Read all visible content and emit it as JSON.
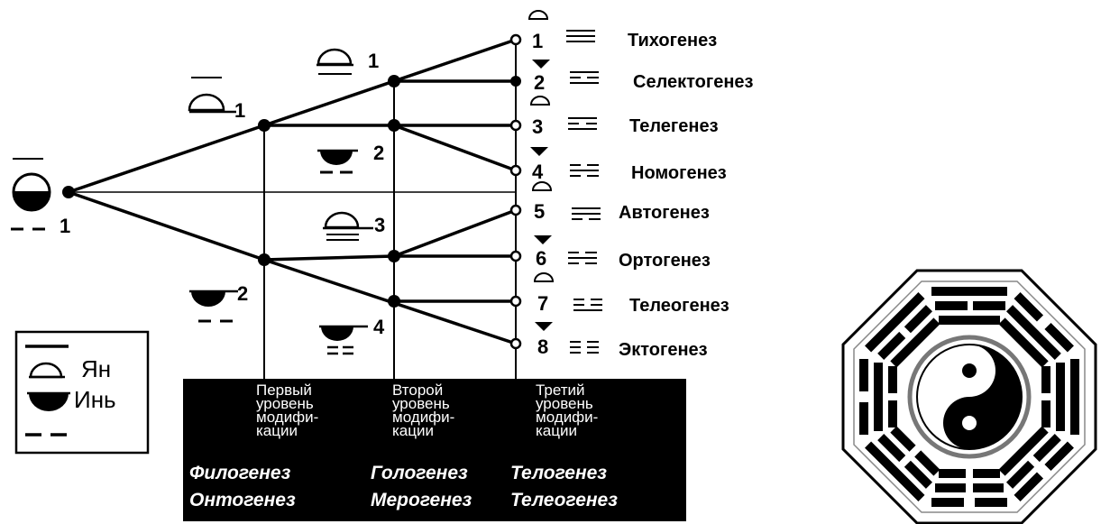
{
  "root": {
    "label": "1"
  },
  "level1": [
    {
      "label": "1",
      "kind": "yang"
    },
    {
      "label": "2",
      "kind": "yin"
    }
  ],
  "level2": [
    {
      "label": "1",
      "kind": "yang"
    },
    {
      "label": "2",
      "kind": "yin"
    },
    {
      "label": "3",
      "kind": "yang"
    },
    {
      "label": "4",
      "kind": "yin"
    }
  ],
  "outcomes": [
    {
      "num": "1",
      "name": "Тихогенез",
      "kind": "yang"
    },
    {
      "num": "2",
      "name": "Селектогенез",
      "kind": "yin"
    },
    {
      "num": "3",
      "name": "Телегенез",
      "kind": "yang"
    },
    {
      "num": "4",
      "name": "Номогенез",
      "kind": "yin"
    },
    {
      "num": "5",
      "name": "Автогенез",
      "kind": "yang"
    },
    {
      "num": "6",
      "name": "Ортогенез",
      "kind": "yin"
    },
    {
      "num": "7",
      "name": "Телеогенез",
      "kind": "yang"
    },
    {
      "num": "8",
      "name": "Эктогенез",
      "kind": "yin"
    }
  ],
  "legend": {
    "yang": "Ян",
    "yin": "Инь"
  },
  "levels": [
    {
      "lines": [
        "Первый",
        "уровень",
        "модифи-",
        "кации"
      ],
      "terms": [
        "Филогенез",
        "Онтогенез"
      ]
    },
    {
      "lines": [
        "Второй",
        "уровень",
        "модифи-",
        "кации"
      ],
      "terms": [
        "Гологенез",
        "Мерогенез"
      ]
    },
    {
      "lines": [
        "Третий",
        "уровень",
        "модифи-",
        "кации"
      ],
      "terms": [
        "Телогенез",
        "Телеогенез"
      ]
    }
  ]
}
